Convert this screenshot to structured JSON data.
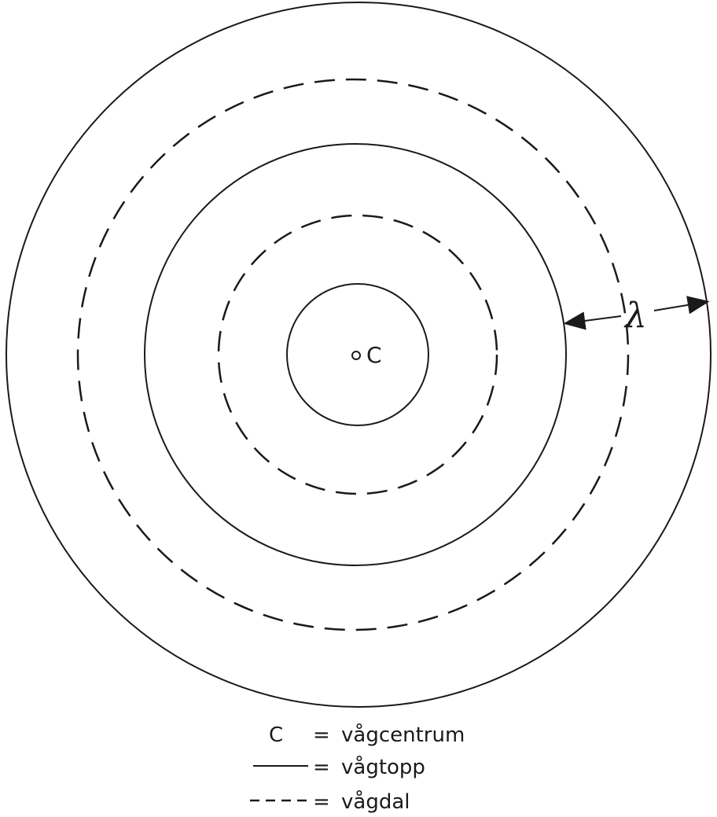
{
  "diagram": {
    "center_label": "C",
    "wavelength_symbol": "λ",
    "legend": [
      {
        "symbol": "C",
        "eq": "=",
        "text": "vågcentrum"
      },
      {
        "symbol": "",
        "eq": "=",
        "text": "vågtopp"
      },
      {
        "symbol": "",
        "eq": "=",
        "text": "vågdal"
      }
    ]
  },
  "colors": {
    "ink": "#1a1a1a",
    "background": "#ffffff"
  }
}
